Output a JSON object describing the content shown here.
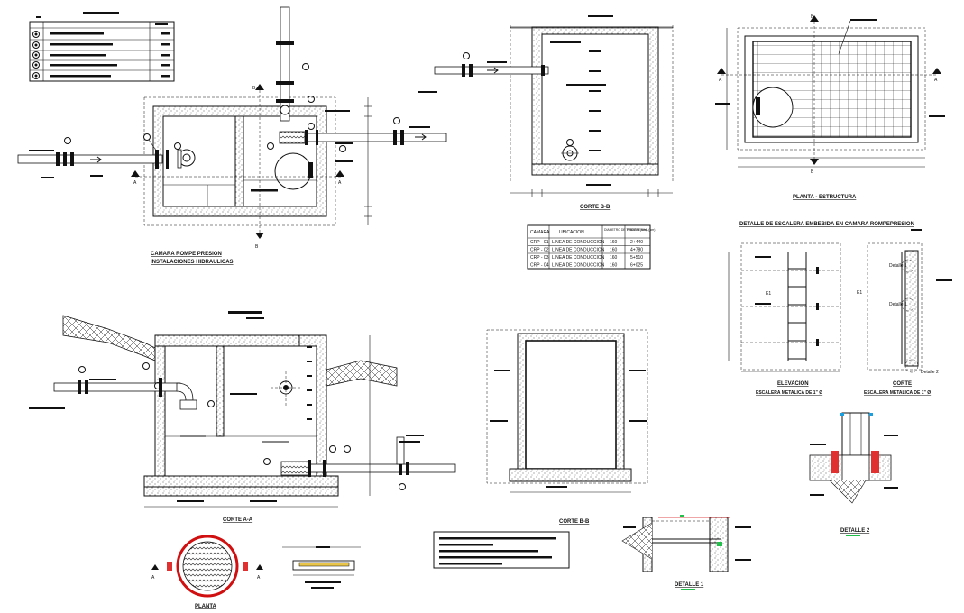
{
  "drawing": {
    "sections": {
      "corte_a_a": "CORTE A-A",
      "corte_b_b_top": "CORTE B-B",
      "corte_b_b_bottom": "CORTE B-B",
      "planta_estructura": "PLANTA - ESTRUCTURA",
      "detalle_escalera": "DETALLE DE ESCALERA EMBEBIDA EN CAMARA ROMPEPRESION",
      "elevacion": "ELEVACION",
      "elevacion_sub": "ESCALERA METALICA DE 1\" Ø",
      "perfil": "CORTE",
      "perfil_sub": "ESCALERA METALICA DE 1\" Ø",
      "planta_tapa": "PLANTA",
      "detalle_1": "DETALLE 1",
      "detalle_2": "DETALLE 2",
      "camara_title": "CAMARA ROMPE PRESION",
      "camara_sub": "INSTALACIONES HIDRAULICAS"
    },
    "markers": {
      "a": "A",
      "b": "B",
      "e1": "E1",
      "detalle_1": "Detalle 1",
      "detalle_2": "Detalle 2"
    },
    "table": {
      "headers": [
        "CAMARA",
        "UBICACION",
        "DIAMETRO DE TUBERIA (mm)",
        "PROGRESIVA (km)"
      ],
      "rows": [
        [
          "CRP - 01",
          "LINEA DE CONDUCCION",
          "160",
          "2+440"
        ],
        [
          "CRP - 02",
          "LINEA DE CONDUCCION",
          "160",
          "4+780"
        ],
        [
          "CRP - 03",
          "LINEA DE CONDUCCION",
          "160",
          "5+510"
        ],
        [
          "CRP - 04",
          "LINEA DE CONDUCCION",
          "160",
          "6+025"
        ]
      ]
    }
  }
}
